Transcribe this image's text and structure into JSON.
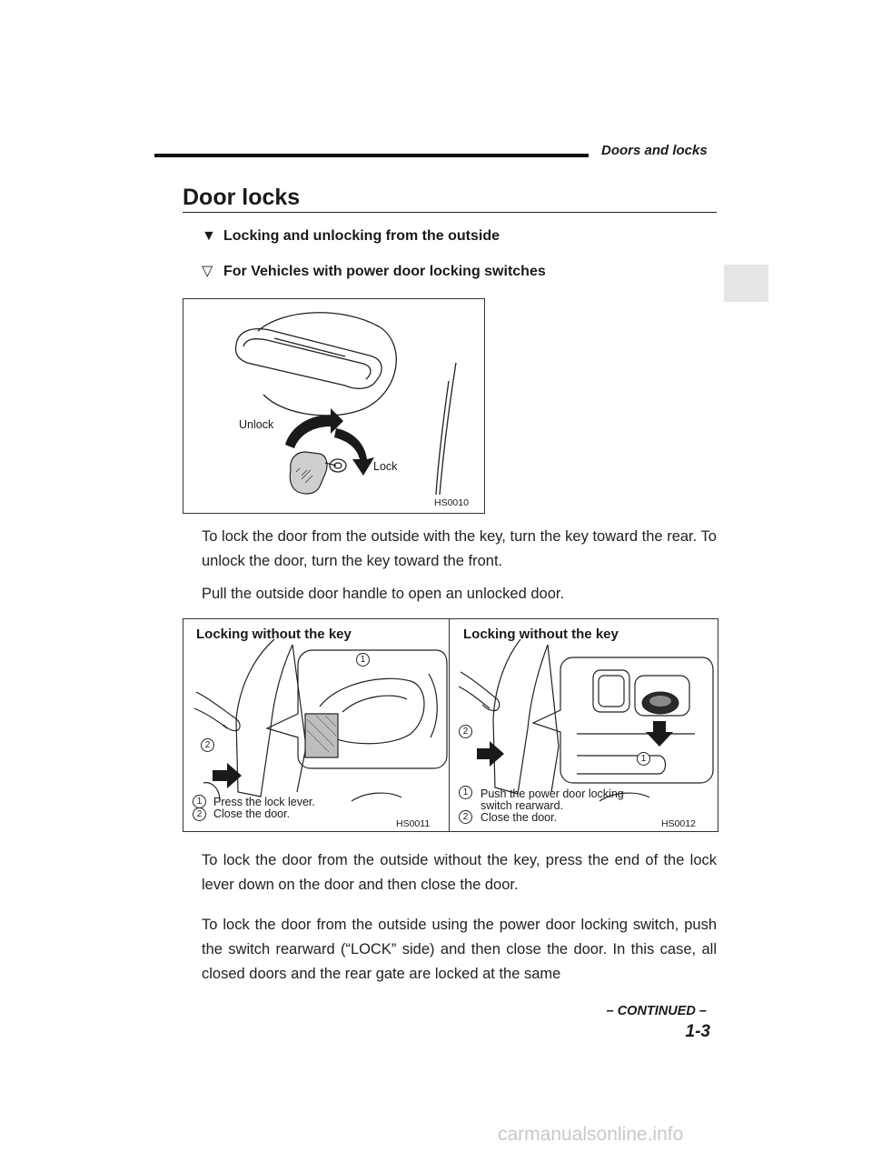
{
  "header": {
    "section_title": "Doors and locks"
  },
  "page_title": "Door locks",
  "headings": {
    "primary": "Locking and unlocking from the outside",
    "primary_marker": "▼",
    "secondary": "For Vehicles with power door locking switches",
    "secondary_marker": "▽"
  },
  "figure1": {
    "unlock_label": "Unlock",
    "lock_label": "Lock",
    "code": "HS0010"
  },
  "paragraphs": {
    "p1": "To lock the door from the outside with the key, turn the key toward the rear. To unlock the door, turn the key toward the front.",
    "p2": "Pull the outside door handle to open an unlocked door.",
    "p3": "To lock the door from the outside without the key, press the end of the lock lever down on the door and then close the door.",
    "p4": "To lock the door from the outside using the power door locking switch, push the switch rearward (“LOCK” side) and then close the door. In this case, all closed doors and the rear gate are locked at the same"
  },
  "figure2": {
    "left": {
      "heading": "Locking without the key",
      "caption1": "Press the lock lever.",
      "caption2": "Close the door.",
      "code": "HS0011"
    },
    "right": {
      "heading": "Locking without the key",
      "caption1a": "Push the power door locking",
      "caption1b": "switch rearward.",
      "caption2": "Close the door.",
      "code": "HS0012"
    },
    "num1": "1",
    "num2": "2"
  },
  "footer": {
    "continued": "– CONTINUED –",
    "page_number": "1-3"
  },
  "watermark": "carmanualsonline.info"
}
